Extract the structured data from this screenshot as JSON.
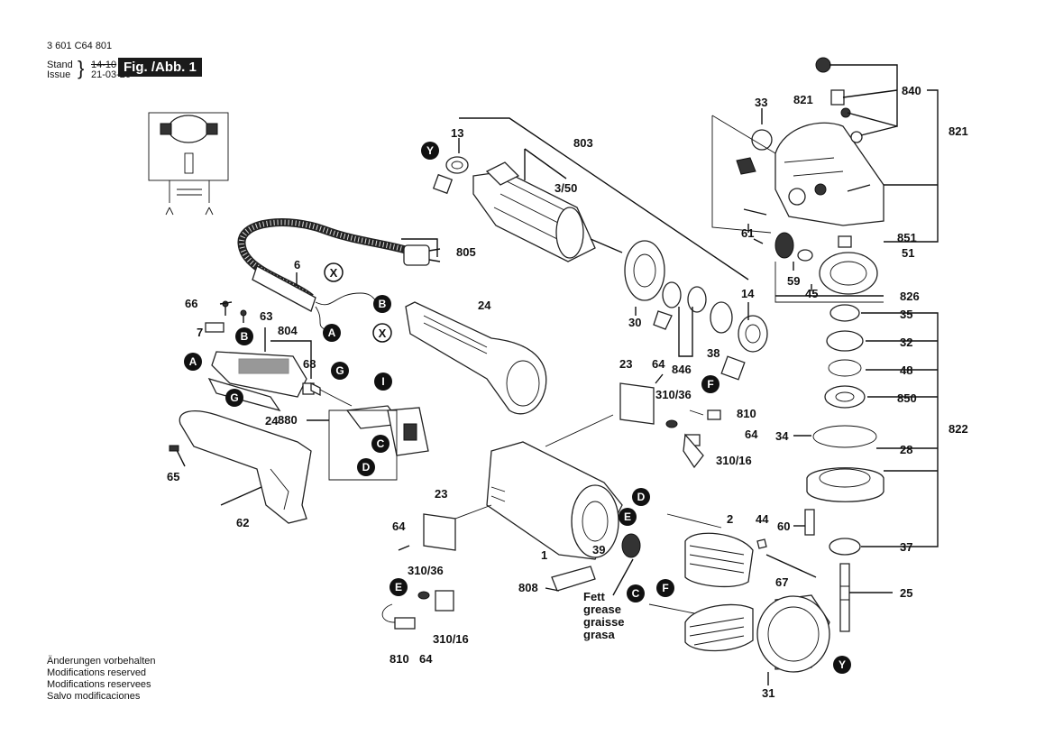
{
  "header": {
    "doc_number": "3 601 C64 801",
    "stand_label": "Stand",
    "issue_label": "Issue",
    "stand_value": "14-10",
    "issue_value": "21-03-26",
    "figure_label": "Fig. /Abb. 1"
  },
  "footer": {
    "line1": "Änderungen vorbehalten",
    "line2": "Modifications reserved",
    "line3": "Modifications reservees",
    "line4": "Salvo modificaciones"
  },
  "grease_note": {
    "line1": "Fett",
    "line2": "grease",
    "line3": "graisse",
    "line4": "grasa"
  },
  "callouts": {
    "p13": "13",
    "p803": "803",
    "p3_50": "3/50",
    "p805": "805",
    "p6": "6",
    "p66": "66",
    "p63": "63",
    "p7": "7",
    "p804": "804",
    "p68": "68",
    "p24a": "24",
    "p24b": "24",
    "p880": "880",
    "p65": "65",
    "p62": "62",
    "p33": "33",
    "p821a": "821",
    "p840": "840",
    "p821b": "821",
    "p61": "61",
    "p851": "851",
    "p51": "51",
    "p59": "59",
    "p45": "45",
    "p826": "826",
    "p30": "30",
    "p14": "14",
    "p38": "38",
    "p846": "846",
    "p23a": "23",
    "p64a": "64",
    "p310_36a": "310/36",
    "p810a": "810",
    "p64b": "64",
    "p310_16a": "310/16",
    "p35": "35",
    "p32": "32",
    "p48": "48",
    "p850": "850",
    "p34": "34",
    "p28": "28",
    "p822": "822",
    "p60": "60",
    "p37": "37",
    "p25": "25",
    "p2": "2",
    "p44": "44",
    "p67": "67",
    "p39": "39",
    "p1": "1",
    "p808": "808",
    "p31": "31",
    "p23b": "23",
    "p64c": "64",
    "p310_36b": "310/36",
    "p810b": "810",
    "p64d": "64",
    "p310_16b": "310/16"
  },
  "markers": {
    "Y": "Y",
    "X": "X",
    "A": "A",
    "B": "B",
    "C": "C",
    "D": "D",
    "E": "E",
    "F": "F",
    "G": "G",
    "I": "I"
  }
}
